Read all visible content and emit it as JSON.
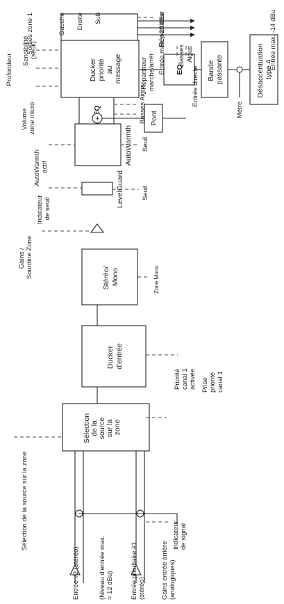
{
  "blocks": {
    "source_select": [
      "Sélection",
      "de la",
      "source",
      "sur la",
      "zone"
    ],
    "ducker_input": [
      "Ducker",
      "d'entrée"
    ],
    "stereo_mono": [
      "Stéréo/",
      "Mono"
    ],
    "levelguard": "LevelGuard",
    "autowarmth": "AutoWarmth",
    "eq_main": "EQ",
    "ducker_msg": [
      "Ducker",
      "priorité",
      "au",
      "message"
    ],
    "repartiteur": "Répartiteur",
    "pont": "Pont",
    "eq_second": "EQ",
    "bande": [
      "Bande",
      "passante"
    ],
    "desaccentuation": [
      "Désaccentuation",
      "type 4"
    ]
  },
  "labels": {
    "sel_source_zone": "Sélection de la source sur la zone",
    "entree2": "Entrée #2 (stéréo)",
    "niveau_max": [
      "(Niveau d'entrée max.",
      "= 12 dBu)"
    ],
    "entree_prio": [
      "Entrée prioritaire #1",
      "(stéréo)"
    ],
    "gains_entree": [
      "Gains entrée arrière",
      "(analogiques)"
    ],
    "indicateur_signal": [
      "Indicateur",
      "de signal"
    ],
    "priorite_canal": [
      "Priorité",
      "canal 1",
      "activée"
    ],
    "prise_priorite": [
      "Prise",
      "priorité",
      "canal 1"
    ],
    "zone_mono": "Zone Mono",
    "gains_sourdine": [
      "Gains /",
      "Sourdine Zone"
    ],
    "indicateur_seuil": [
      "Indicateur",
      "de seuil"
    ],
    "seuil_lg": "Seuil",
    "aw_actif": [
      "AutoWarmth",
      "actif"
    ],
    "seuil_aw": "Seuil",
    "basses_aigus_eq": "Basses Aigus",
    "volume_micro": [
      "Volume",
      "zone micro"
    ],
    "sensibilite": [
      "Sensibilité",
      "(seuil)"
    ],
    "profondeur": "Profondeur",
    "basses": "Basses",
    "aigus": "Aigus",
    "metre": "Mètre",
    "entree_max_14": "Entrée max. -14 dBu",
    "entree_directe": "Entrée directe",
    "entree_max_20": "Entrée max. +20 dBu",
    "repartiteur_onoff": [
      "Répartiteur",
      "marche/arrêt"
    ],
    "sorties_zone": "Sorties zone 1",
    "gauche": "Gauche",
    "droite": "Droite",
    "sub": "Sub",
    "plus": "+"
  }
}
